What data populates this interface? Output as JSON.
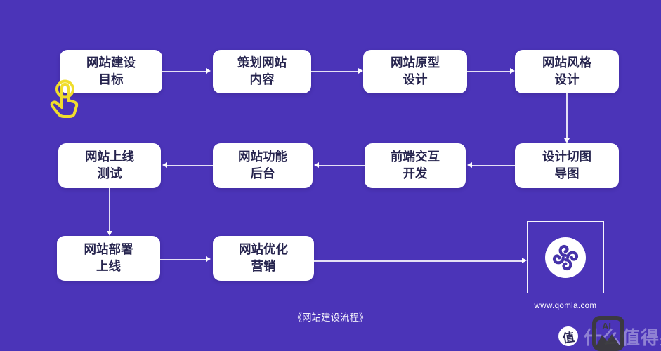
{
  "colors": {
    "background": "#4B34B8",
    "node_fill": "#FFFFFF",
    "node_text": "#26244E",
    "connector": "#FFFFFF",
    "tap_icon_yellow": "#F0DD2C",
    "logo_purple": "#4633A9"
  },
  "diagram": {
    "caption": "《网站建设流程》",
    "nodes": [
      {
        "id": "goal",
        "line1": "网站建设",
        "line2": "目标"
      },
      {
        "id": "plan",
        "line1": "策划网站",
        "line2": "内容"
      },
      {
        "id": "prototype",
        "line1": "网站原型",
        "line2": "设计"
      },
      {
        "id": "style",
        "line1": "网站风格",
        "line2": "设计"
      },
      {
        "id": "test",
        "line1": "网站上线",
        "line2": "测试"
      },
      {
        "id": "backend",
        "line1": "网站功能",
        "line2": "后台"
      },
      {
        "id": "frontend",
        "line1": "前端交互",
        "line2": "开发"
      },
      {
        "id": "slice",
        "line1": "设计切图",
        "line2": "导图"
      },
      {
        "id": "deploy",
        "line1": "网站部署",
        "line2": "上线"
      },
      {
        "id": "marketing",
        "line1": "网站优化",
        "line2": "营销"
      }
    ],
    "logo": {
      "url_text": "www.qomla.com"
    }
  },
  "watermark": {
    "badge_char": "值",
    "brand_text": "什么值得买",
    "ai_label": "AI"
  }
}
